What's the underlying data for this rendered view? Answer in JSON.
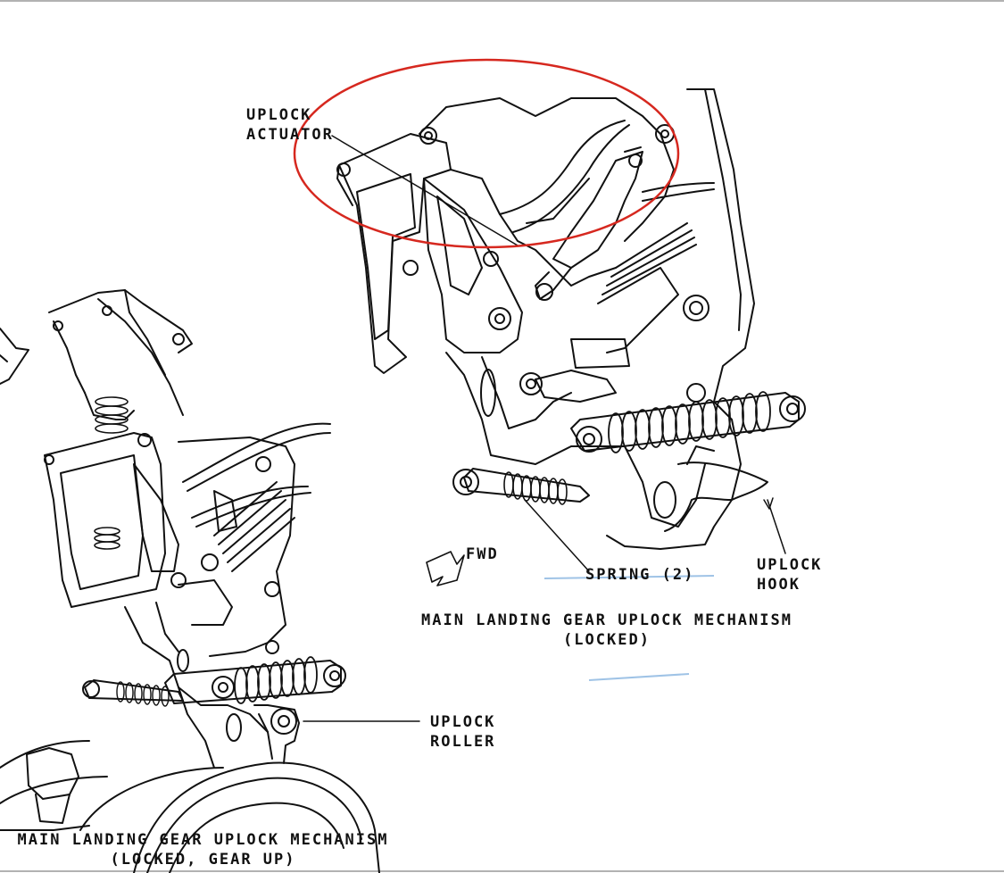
{
  "diagram": {
    "upper": {
      "actuator_label": [
        "UPLOCK",
        "ACTUATOR"
      ],
      "fwd_label": "FWD",
      "spring_label": "SPRING (2)",
      "hook_label": [
        "UPLOCK",
        "HOOK"
      ],
      "caption": [
        "MAIN LANDING GEAR UPLOCK MECHANISM",
        "(LOCKED)"
      ]
    },
    "lower": {
      "roller_label": [
        "UPLOCK",
        "ROLLER"
      ],
      "caption": [
        "MAIN LANDING GEAR UPLOCK MECHANISM",
        "(LOCKED, GEAR UP)"
      ]
    },
    "highlight": {
      "shape": "ellipse",
      "color": "#d6281f"
    },
    "stroke_color": "#111111"
  }
}
